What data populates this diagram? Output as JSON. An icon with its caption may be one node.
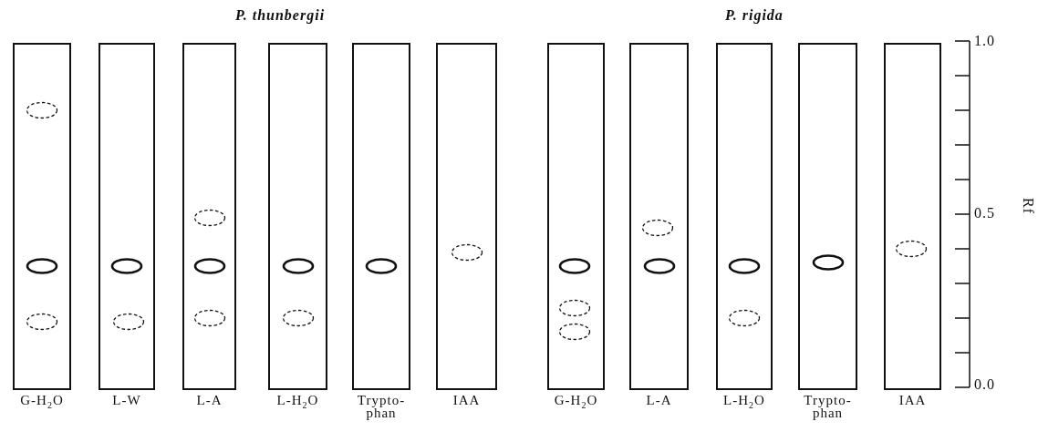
{
  "diagram": {
    "nodes": [
      {
        "text": [
          "G-H$_{2}$O"
        ]
      },
      {
        "text": [],
        "shape": "circle",
        "in": 0
      },
      {
        "text": [],
        "shape": "circle",
        "in": 0
      },
      {
        "text": [],
        "shape": "circle",
        "in": 0
      },
      {
        "text": [
          "L-W"
        ]
      },
      {
        "text": [],
        "shape": "circle",
        "in": 4
      },
      {
        "text": [],
        "shape": "circle",
        "in": 4
      },
      {
        "text": [
          "L-A"
        ]
      },
      {
        "text": [],
        "shape": "circle",
        "in": 7
      },
      {
        "text": [],
        "shape": "circle",
        "in": 7
      },
      {
        "text": [],
        "shape": "circle",
        "in": 7
      },
      {
        "text": [
          "L-H$_{2}$O"
        ]
      },
      {
        "text": [],
        "shape": "circle",
        "in": 11
      },
      {
        "text": [],
        "shape": "circle",
        "in": 11
      },
      {
        "text": [
          "Trypto- phan"
        ]
      },
      {
        "text": [],
        "shape": "circle",
        "in": 14
      },
      {
        "text": [
          "IAA"
        ]
      },
      {
        "text": [],
        "shape": "circle",
        "in": 16
      },
      {
        "text": [
          "G-H$_{2}$O"
        ]
      },
      {
        "text": [],
        "shape": "circle",
        "in": 18
      },
      {
        "text": [],
        "shape": "circle",
        "in": 18
      },
      {
        "text": [],
        "shape": "circle",
        "in": 18
      },
      {
        "text": [
          "L-A"
        ]
      },
      {
        "text": [],
        "shape": "circle",
        "in": 22
      },
      {
        "text": [],
        "shape": "circle",
        "in": 22
      },
      {
        "text": [
          "L-H$_{2}$O"
        ]
      },
      {
        "text": [],
        "shape": "circle",
        "in": 25
      },
      {
        "text": [],
        "shape": "circle",
        "in": 25
      },
      {
        "text": [
          "Trypto- phan"
        ]
      },
      {
        "text": [],
        "shape": "circle",
        "in": 28
      },
      {
        "text": [
          "IAA"
        ]
      },
      {
        "text": [],
        "shape": "circle",
        "in": 30
      }
    ],
    "labels": [
      "P. thunbergii",
      "P. rigida",
      "1.0",
      "0.5",
      "0.0",
      "Rf"
    ]
  }
}
